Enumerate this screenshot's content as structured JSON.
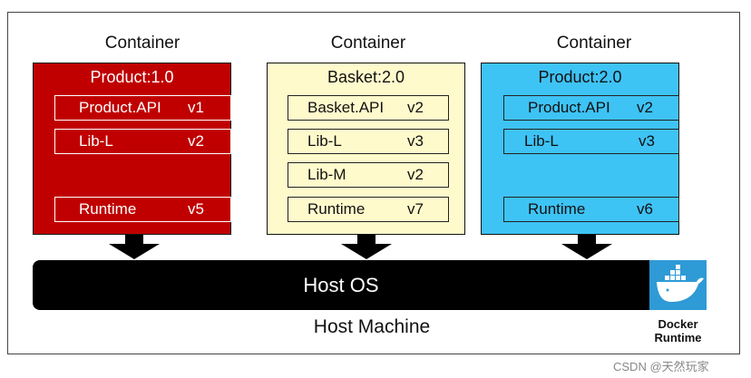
{
  "containers": [
    {
      "title": "Container",
      "image": "Product:1.0",
      "rows": [
        {
          "name": "Product.API",
          "version": "v1"
        },
        {
          "name": "Lib-L",
          "version": "v2"
        },
        {
          "name": "Runtime",
          "version": "v5"
        }
      ],
      "color": "#c00000"
    },
    {
      "title": "Container",
      "image": "Basket:2.0",
      "rows": [
        {
          "name": "Basket.API",
          "version": "v2"
        },
        {
          "name": "Lib-L",
          "version": "v3"
        },
        {
          "name": "Lib-M",
          "version": "v2"
        },
        {
          "name": "Runtime",
          "version": "v7"
        }
      ],
      "color": "#fffacc"
    },
    {
      "title": "Container",
      "image": "Product:2.0",
      "rows": [
        {
          "name": "Product.API",
          "version": "v2"
        },
        {
          "name": "Lib-L",
          "version": "v3"
        },
        {
          "name": "Runtime",
          "version": "v6"
        }
      ],
      "color": "#3ec3f5"
    }
  ],
  "host": {
    "os_label": "Host OS",
    "machine_label": "Host Machine",
    "docker_label_line1": "Docker",
    "docker_label_line2": "Runtime",
    "docker_icon": "docker-whale-icon",
    "docker_color": "#2e9ad6"
  },
  "watermark": "CSDN @天然玩家"
}
